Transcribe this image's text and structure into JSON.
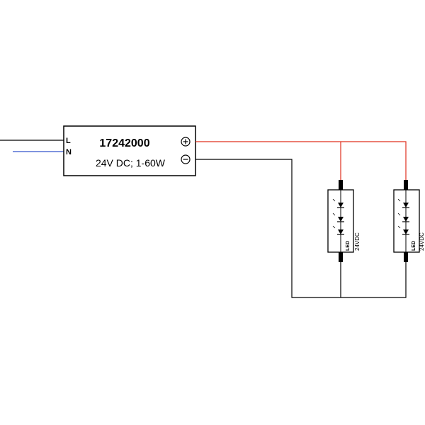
{
  "driver": {
    "part_number": "17242000",
    "rating": "24V DC; 1-60W",
    "input_terminals": [
      "L",
      "N"
    ],
    "plus_symbol": "⊕",
    "minus_symbol": "⊖"
  },
  "led_modules": [
    {
      "label": "LED",
      "voltage": "24VDC"
    },
    {
      "label": "LED",
      "voltage": "24VDC"
    }
  ],
  "colors": {
    "positive_wire": "#e0301e",
    "negative_wire": "#000000",
    "live_wire": "#000000",
    "neutral_wire": "#3355cc",
    "outline": "#000000"
  }
}
